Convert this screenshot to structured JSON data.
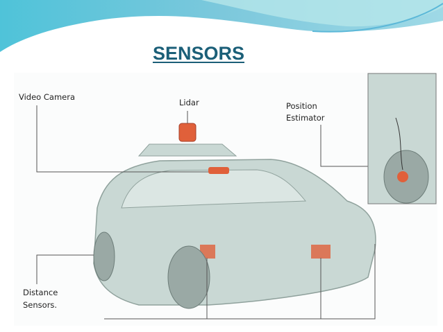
{
  "slide": {
    "title": "SENSORS"
  },
  "diagram": {
    "labels": {
      "video_camera": "Video Camera",
      "lidar": "Lidar",
      "position_estimator_1": "Position",
      "position_estimator_2": "Estimator",
      "distance_sensors_1": "Distance",
      "distance_sensors_2": "Sensors."
    }
  },
  "colors": {
    "title": "#1b5f78",
    "car_body": "#c9d8d4",
    "sensor": "#e0603a"
  }
}
